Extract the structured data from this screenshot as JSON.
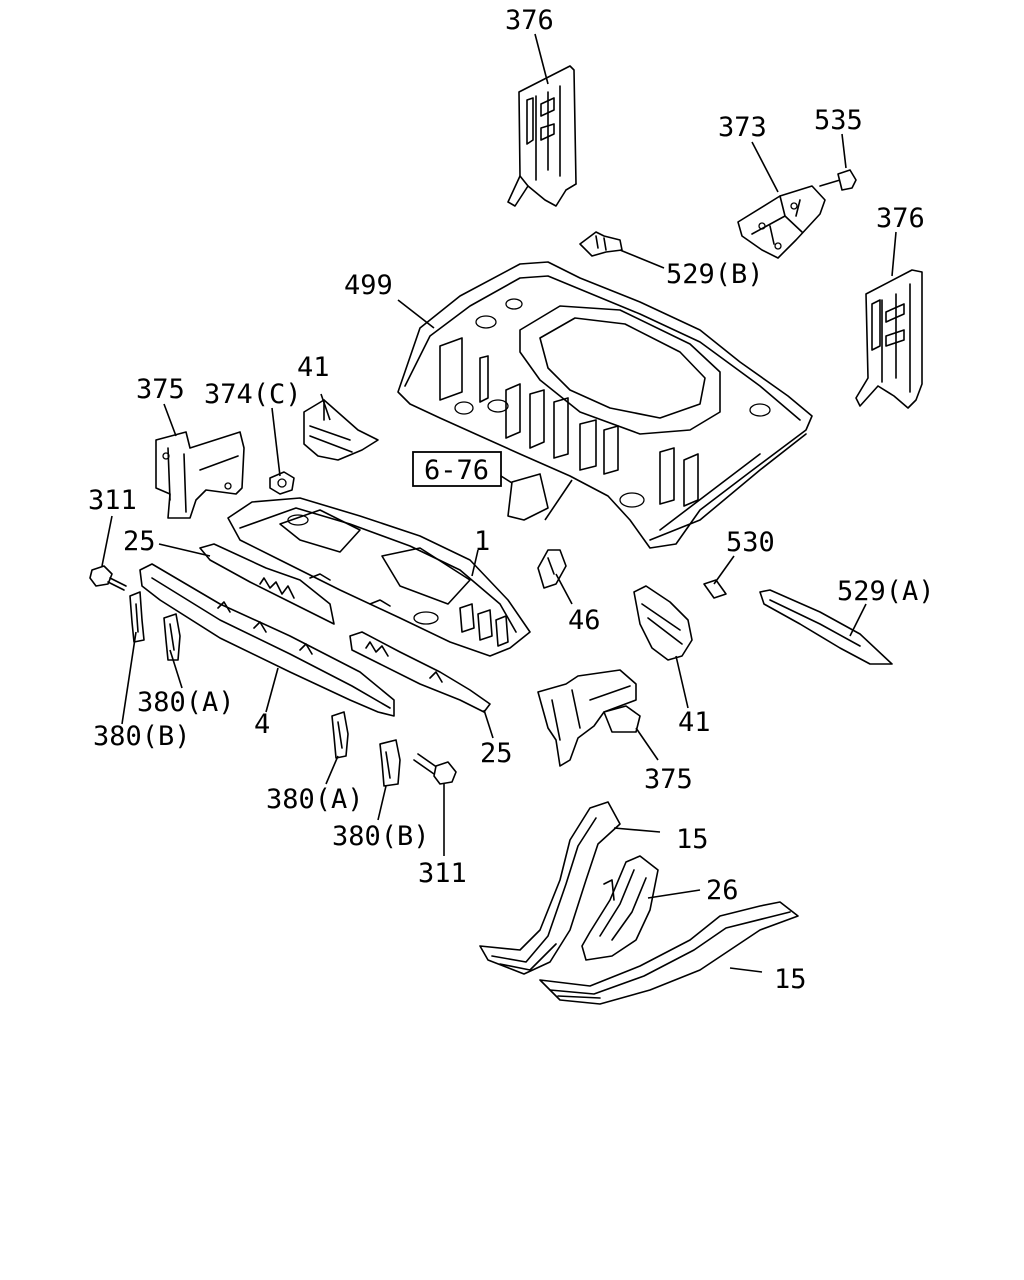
{
  "reference_box": {
    "label": "6-76"
  },
  "callouts": [
    {
      "id": "376-top",
      "label": "376"
    },
    {
      "id": "373",
      "label": "373"
    },
    {
      "id": "535",
      "label": "535"
    },
    {
      "id": "376-right",
      "label": "376"
    },
    {
      "id": "529b",
      "label": "529(B)"
    },
    {
      "id": "499",
      "label": "499"
    },
    {
      "id": "41-top",
      "label": "41"
    },
    {
      "id": "374c",
      "label": "374(C)"
    },
    {
      "id": "375-left",
      "label": "375"
    },
    {
      "id": "311-left",
      "label": "311"
    },
    {
      "id": "25-top",
      "label": "25"
    },
    {
      "id": "1",
      "label": "1"
    },
    {
      "id": "530",
      "label": "530"
    },
    {
      "id": "529a",
      "label": "529(A)"
    },
    {
      "id": "46",
      "label": "46"
    },
    {
      "id": "380a-left",
      "label": "380(A)"
    },
    {
      "id": "380b-left",
      "label": "380(B)"
    },
    {
      "id": "4",
      "label": "4"
    },
    {
      "id": "41-right",
      "label": "41"
    },
    {
      "id": "25-bottom",
      "label": "25"
    },
    {
      "id": "375-right",
      "label": "375"
    },
    {
      "id": "380a-bottom",
      "label": "380(A)"
    },
    {
      "id": "380b-bottom",
      "label": "380(B)"
    },
    {
      "id": "311-bottom",
      "label": "311"
    },
    {
      "id": "15-top",
      "label": "15"
    },
    {
      "id": "26",
      "label": "26"
    },
    {
      "id": "15-bottom",
      "label": "15"
    }
  ]
}
